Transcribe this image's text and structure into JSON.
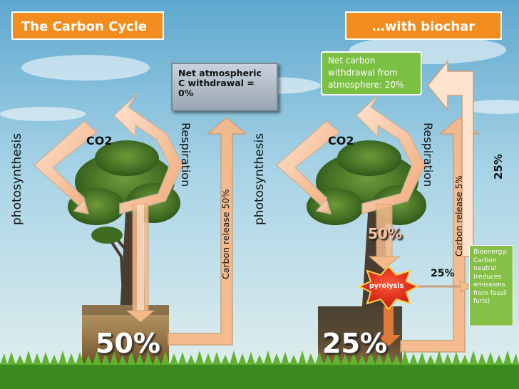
{
  "titles": {
    "left": "The Carbon Cycle",
    "right": "…with biochar"
  },
  "left_panel": {
    "net_box": "Net atmospheric C withdrawal = 0%",
    "co2": "CO2",
    "photosynthesis": "photosynthesis",
    "respiration": "Respiration",
    "carbon_release": "Carbon release 50%",
    "soil_percent": "50%"
  },
  "right_panel": {
    "net_box": "Net carbon withdrawal from atmosphere: 20%",
    "co2": "CO2",
    "photosynthesis": "photosynthesis",
    "respiration": "Respiration",
    "carbon_release": "Carbon release 5%",
    "tree_percent": "50%",
    "pyrolysis": "pyrolysis",
    "bioenergy_percent": "25%",
    "side_percent": "25%",
    "bioenergy_box": "Bioenergy: Carbon neutral (reduces emissions from fossil furls)",
    "soil_percent": "25%"
  },
  "colors": {
    "title_orange": "#f28c1e",
    "arrow_fill": "#f6b98a",
    "green_box": "#7cc043",
    "pyrolysis_red": "#e32619"
  }
}
